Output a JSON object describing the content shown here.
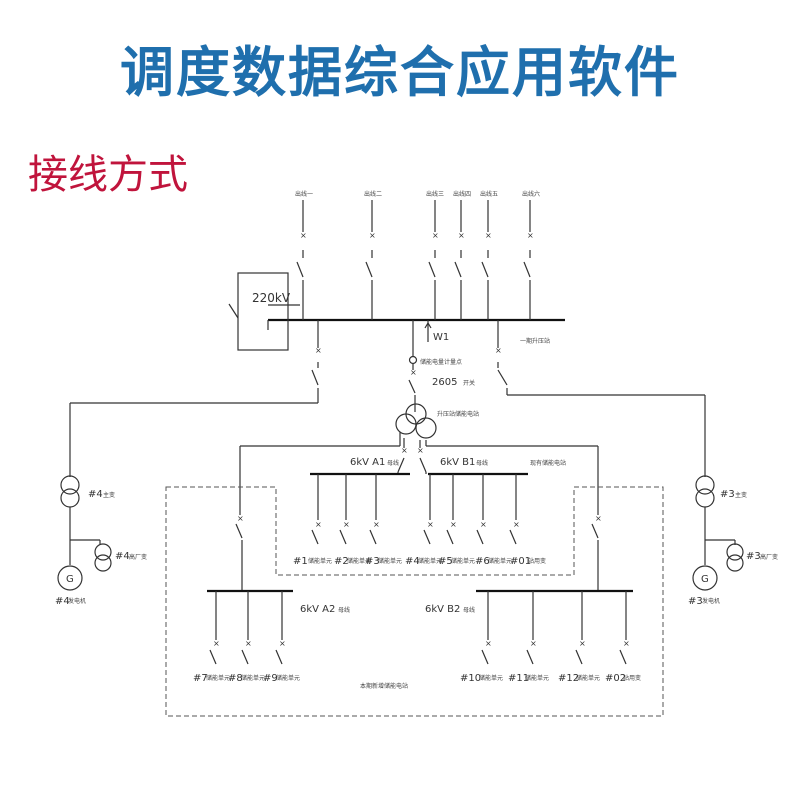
{
  "title": "调度数据综合应用软件",
  "subtitle": "接线方式",
  "colors": {
    "title": "#1f6fad",
    "subtitle": "#c0143c",
    "line": "#333333"
  },
  "diagram": {
    "bus_220": "220kV",
    "w1": "W1",
    "sw_2605": "2605",
    "sw_2605_suffix": "开关",
    "outlets": [
      "出线一",
      "出线二",
      "出线三",
      "出线四",
      "出线五",
      "出线六"
    ],
    "bus_right_label": "一期升压站",
    "energy_meter": "储能电量计量点",
    "storage_station": "升压站储能电站",
    "bus_6kv_a1": "6kV A1",
    "bus_6kv_a1_suffix": "母线",
    "bus_6kv_b1": "6kV B1",
    "bus_6kv_b1_suffix": "母线",
    "station_right": "现有储能电站",
    "bus_6kv_a2": "6kV A2",
    "bus_6kv_a2_suffix": "母线",
    "bus_6kv_b2": "6kV B2",
    "bus_6kv_b2_suffix": "母线",
    "station_bottom": "本期新增储能电站",
    "main_transformer_4": "#4主变",
    "aux_transformer_4": "#4高厂变",
    "generator_4": "#4发电机",
    "main_transformer_3": "#3主变",
    "aux_transformer_3": "#3高厂变",
    "generator_3": "#3发电机",
    "gen_symbol": "G",
    "units_top": [
      "#1储能单元",
      "#2储能单元",
      "#3储能单元",
      "#4储能单元",
      "#5储能单元",
      "#6储能单元",
      "#01站用变"
    ],
    "units_bottom_left": [
      "#7储能单元",
      "#8储能单元",
      "#9储能单元"
    ],
    "units_bottom_right": [
      "#10储能单元",
      "#11储能单元",
      "#12储能单元",
      "#02站用变"
    ]
  }
}
